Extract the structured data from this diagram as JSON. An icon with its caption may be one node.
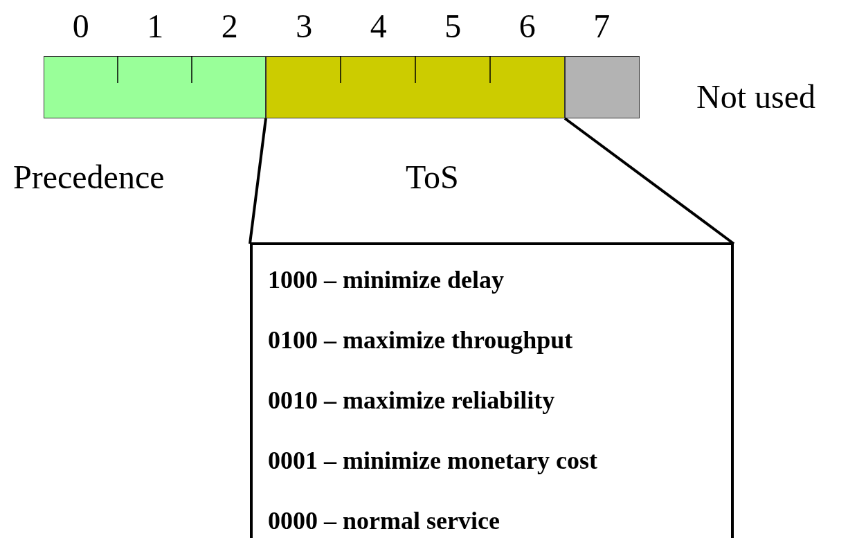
{
  "diagram": {
    "nodes": [
      {
        "text": [
          "Precedence"
        ]
      },
      {
        "text": [
          "ToS"
        ]
      },
      {
        "text": [
          "Not used"
        ]
      },
      {
        "text": [
          "1000 – minimize delay",
          "0100 – maximize throughput",
          "0010 – maximize reliability",
          "0001 – minimize monetary cost",
          "0000 – normal service"
        ]
      }
    ],
    "edges": [
      {
        "from": 1,
        "to": 3,
        "arrow": "none"
      },
      {
        "from": 1,
        "to": 3,
        "arrow": "none"
      }
    ],
    "labels": [
      "0",
      "1",
      "2",
      "3",
      "4",
      "5",
      "6",
      "7"
    ]
  }
}
